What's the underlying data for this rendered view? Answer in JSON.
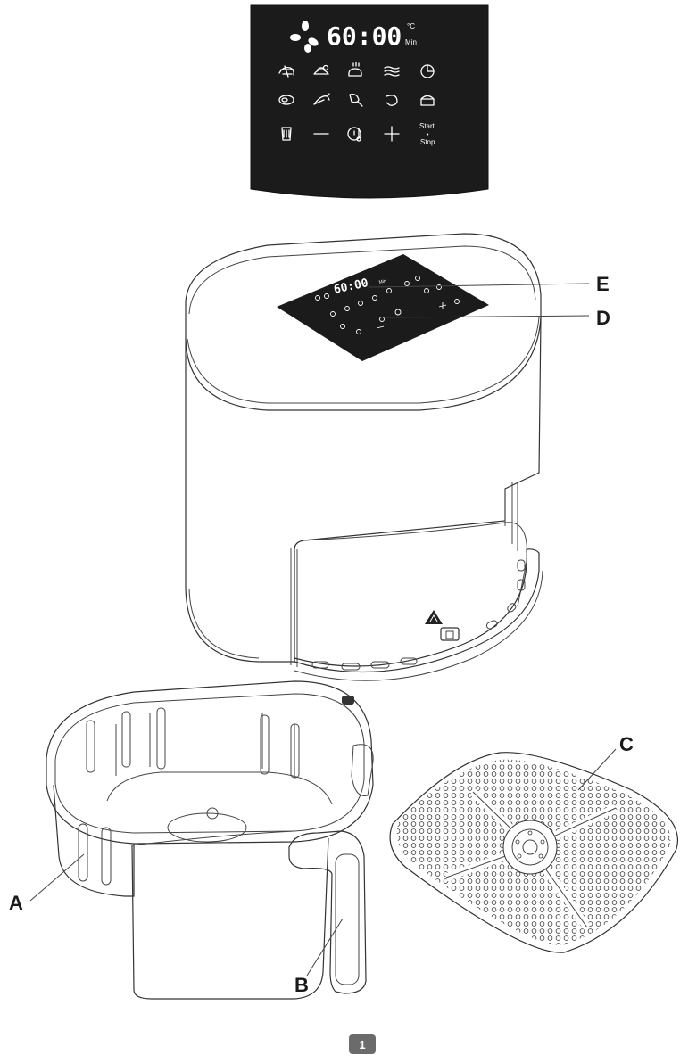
{
  "panel": {
    "timer": "60:00",
    "unit_celsius": "°C",
    "unit_min": "Min",
    "start_label": "Start",
    "stop_label": "Stop",
    "dot": "•"
  },
  "device_panel": {
    "timer": "60:00",
    "unit_min": "Min"
  },
  "callouts": {
    "a": "A",
    "b": "B",
    "c": "C",
    "d": "D",
    "e": "E"
  },
  "page_number": "1"
}
